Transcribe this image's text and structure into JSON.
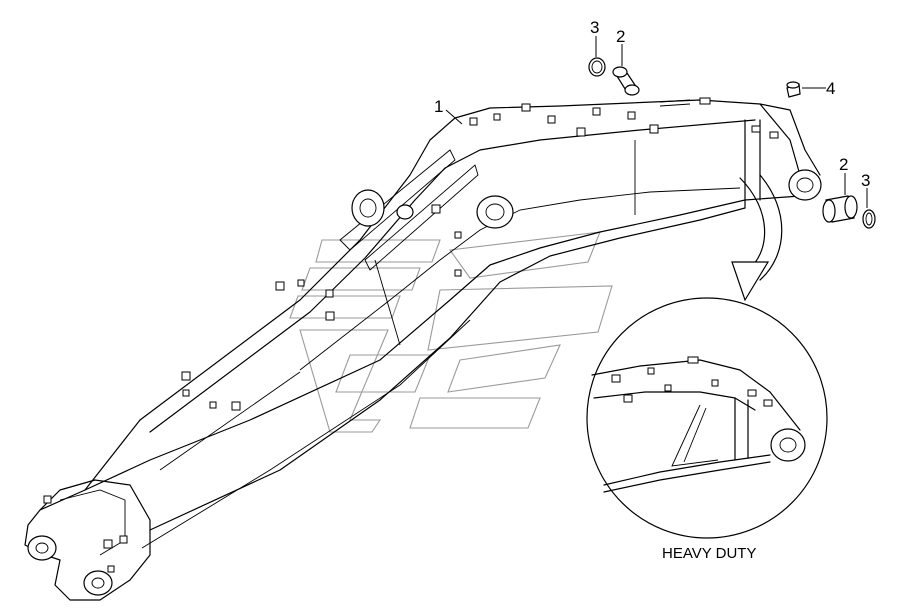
{
  "callouts": [
    {
      "id": "c1",
      "label": "1"
    },
    {
      "id": "c2a",
      "label": "2"
    },
    {
      "id": "c3a",
      "label": "3"
    },
    {
      "id": "c4",
      "label": "4"
    },
    {
      "id": "c2b",
      "label": "2"
    },
    {
      "id": "c3b",
      "label": "3"
    }
  ],
  "detail": {
    "caption": "HEAVY DUTY"
  }
}
